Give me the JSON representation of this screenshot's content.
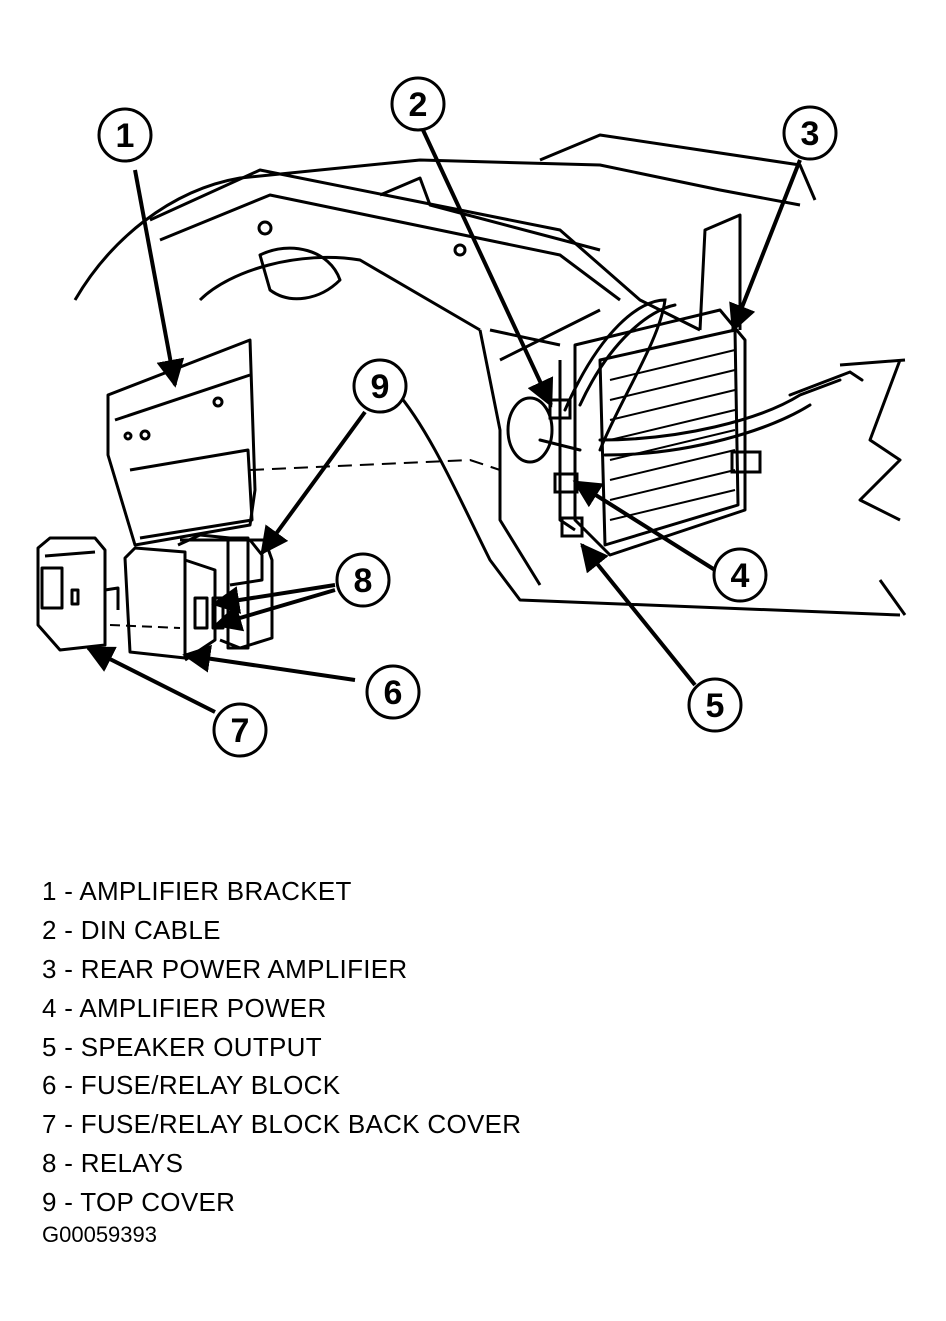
{
  "callouts": [
    "1",
    "2",
    "3",
    "4",
    "5",
    "6",
    "7",
    "8",
    "9"
  ],
  "legend": [
    {
      "num": "1",
      "text": "1 - AMPLIFIER BRACKET"
    },
    {
      "num": "2",
      "text": "2 - DIN CABLE"
    },
    {
      "num": "3",
      "text": "3 - REAR POWER AMPLIFIER"
    },
    {
      "num": "4",
      "text": "4 - AMPLIFIER POWER"
    },
    {
      "num": "5",
      "text": "5 - SPEAKER OUTPUT"
    },
    {
      "num": "6",
      "text": "6 - FUSE/RELAY BLOCK"
    },
    {
      "num": "7",
      "text": "7 - FUSE/RELAY BLOCK BACK COVER"
    },
    {
      "num": "8",
      "text": "8 - RELAYS"
    },
    {
      "num": "9",
      "text": "9 - TOP COVER"
    }
  ],
  "figure_id": "G00059393"
}
